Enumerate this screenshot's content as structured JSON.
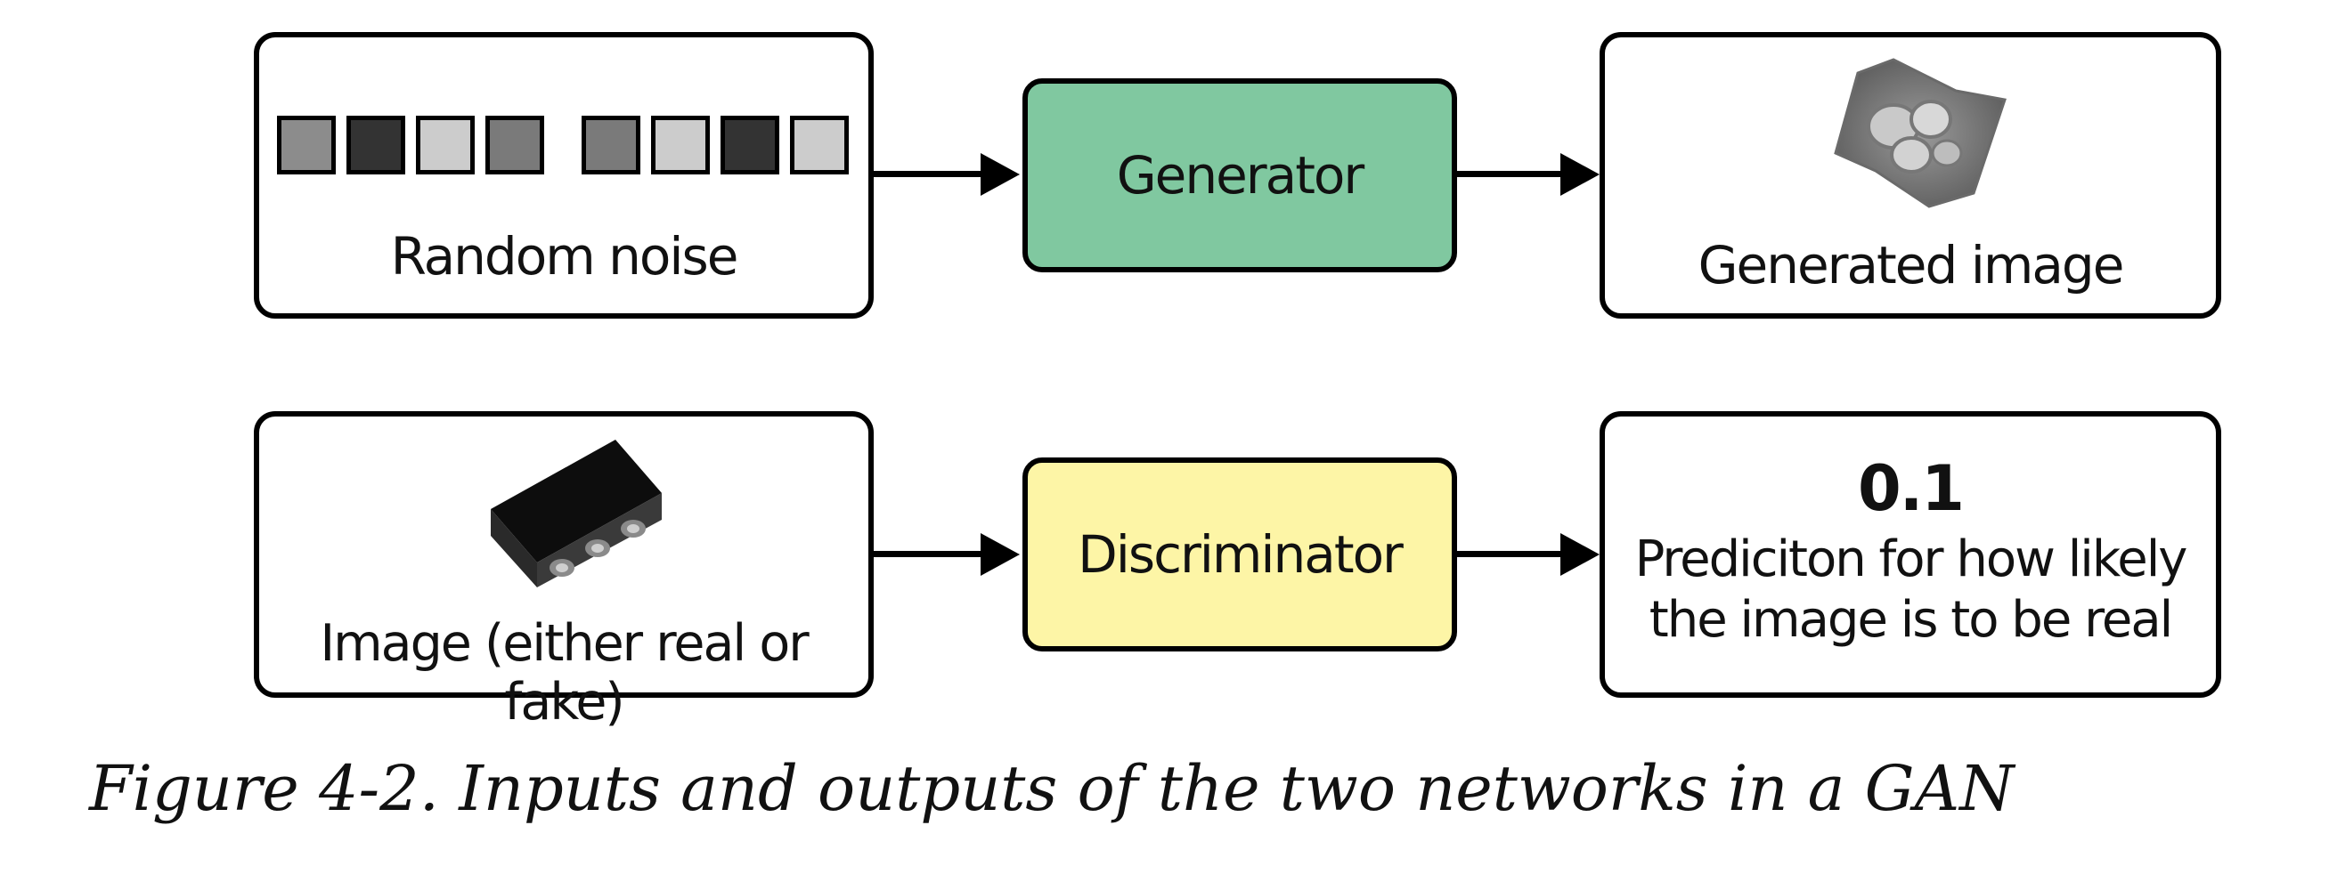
{
  "generator_row": {
    "input_label": "Random noise",
    "network_label": "Generator",
    "output_label": "Generated image",
    "noise_cell_shades": [
      "#8c8c8c",
      "#333333",
      "#cccccc",
      "#7a7a7a",
      "#7a7a7a",
      "#cccccc",
      "#333333",
      "#cccccc"
    ]
  },
  "discriminator_row": {
    "input_label": "Image (either real or fake)",
    "network_label": "Discriminator",
    "output_value": "0.1",
    "output_label_line1": "Prediciton for how likely",
    "output_label_line2": "the image is to be real"
  },
  "colors": {
    "generator_fill": "#80c8a0",
    "discriminator_fill": "#fdf5a6"
  },
  "caption": "Figure 4-2. Inputs and outputs of the two networks in a GAN"
}
